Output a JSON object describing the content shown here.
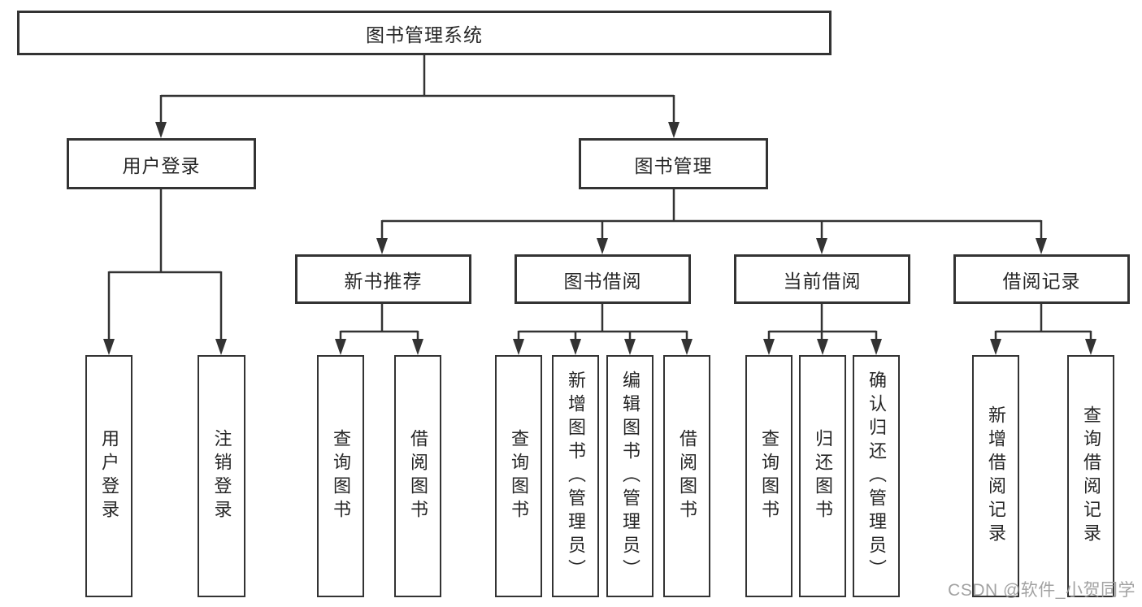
{
  "diagram": {
    "root": {
      "label": "图书管理系统"
    },
    "user_branch": {
      "label": "用户登录",
      "leaves": [
        {
          "label": "用户登录"
        },
        {
          "label": "注销登录"
        }
      ]
    },
    "book_branch": {
      "label": "图书管理",
      "groups": [
        {
          "label": "新书推荐",
          "leaves": [
            {
              "label": "查询图书"
            },
            {
              "label": "借阅图书"
            }
          ]
        },
        {
          "label": "图书借阅",
          "leaves": [
            {
              "label": "查询图书"
            },
            {
              "label": "新增图书（管理员）"
            },
            {
              "label": "编辑图书（管理员）"
            },
            {
              "label": "借阅图书"
            }
          ]
        },
        {
          "label": "当前借阅",
          "leaves": [
            {
              "label": "查询图书"
            },
            {
              "label": "归还图书"
            },
            {
              "label": "确认归还（管理员）"
            }
          ]
        },
        {
          "label": "借阅记录",
          "leaves": [
            {
              "label": "新增借阅记录"
            },
            {
              "label": "查询借阅记录"
            }
          ]
        }
      ]
    }
  },
  "watermark": {
    "text": "CSDN @软件_小贺同学"
  },
  "colors": {
    "line": "#333333",
    "box_border": "#333333",
    "text": "#262626",
    "watermark": "#9a9a9a",
    "background": "#ffffff"
  }
}
